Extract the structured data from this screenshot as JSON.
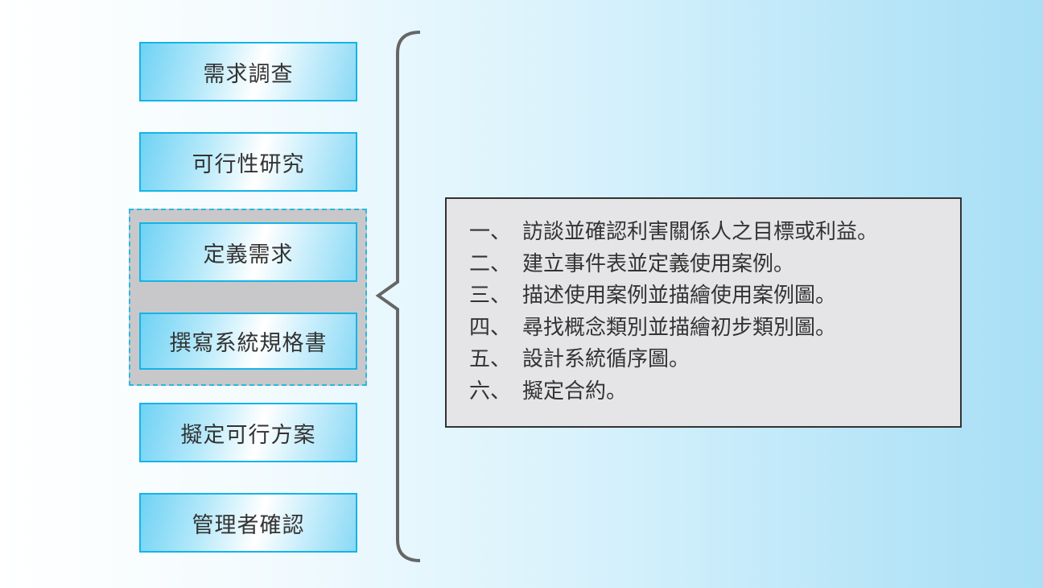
{
  "steps": [
    {
      "label": "需求調查"
    },
    {
      "label": "可行性研究"
    },
    {
      "label": "定義需求"
    },
    {
      "label": "撰寫系統規格書"
    },
    {
      "label": "擬定可行方案"
    },
    {
      "label": "管理者確認"
    }
  ],
  "notes": [
    {
      "num": "一、",
      "text": "訪談並確認利害關係人之目標或利益。"
    },
    {
      "num": "二、",
      "text": "建立事件表並定義使用案例。"
    },
    {
      "num": "三、",
      "text": "描述使用案例並描繪使用案例圖。"
    },
    {
      "num": "四、",
      "text": "尋找概念類別並描繪初步類別圖。"
    },
    {
      "num": "五、",
      "text": "設計系統循序圖。"
    },
    {
      "num": "六、",
      "text": "擬定合約。"
    }
  ],
  "colors": {
    "step_border": "#14b4e8",
    "group_fill": "#c8c8ca",
    "notes_fill": "#e5e5e8"
  }
}
